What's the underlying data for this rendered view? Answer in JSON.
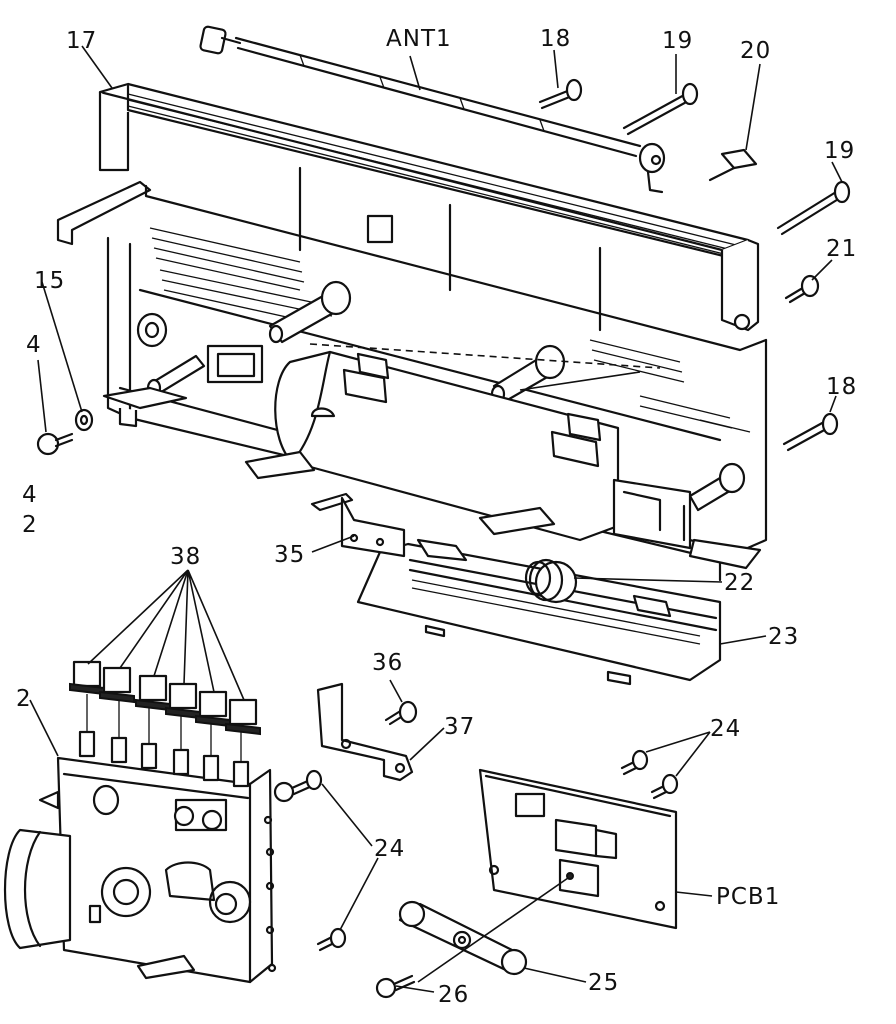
{
  "callouts": {
    "c17": "17",
    "ant1": "ANT1",
    "c18_top": "18",
    "c19_top": "19",
    "c20": "20",
    "c19_right": "19",
    "c21": "21",
    "c15": "15",
    "c4_left": "4",
    "c18_right": "18",
    "c4_side": "4",
    "c2_side": "2",
    "c35": "35",
    "c22": "22",
    "c38": "38",
    "c23": "23",
    "c36": "36",
    "c2": "2",
    "c37": "37",
    "c24_right": "24",
    "c24_left": "24",
    "pcb1": "PCB1",
    "c26": "26",
    "c25": "25"
  }
}
